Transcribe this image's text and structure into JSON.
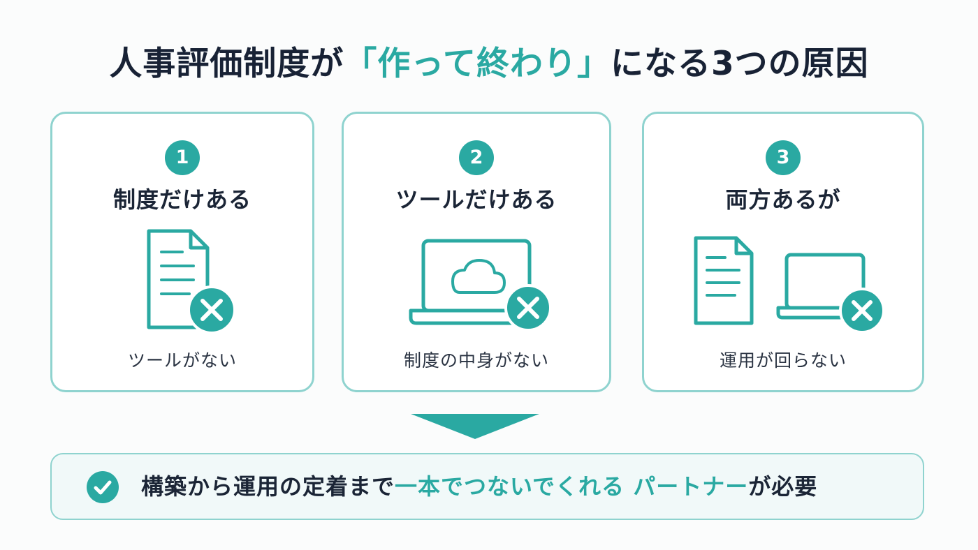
{
  "title": {
    "prefix": "人事評価制度が",
    "highlight": "「作って終わり」",
    "suffix": "になる3つの原因"
  },
  "cards": [
    {
      "number": "1",
      "title": "制度だけある",
      "subtitle": "ツールがない",
      "icons": [
        "document-icon",
        "cross-badge-icon"
      ]
    },
    {
      "number": "2",
      "title": "ツールだけある",
      "subtitle": "制度の中身がない",
      "icons": [
        "laptop-icon",
        "cloud-icon",
        "cross-badge-icon"
      ]
    },
    {
      "number": "3",
      "title": "両方あるが",
      "subtitle": "運用が回らない",
      "icons": [
        "document-icon",
        "laptop-icon",
        "cross-badge-icon"
      ]
    }
  ],
  "conclusion": {
    "icon": "check-circle-icon",
    "text_prefix": "構築から運用の定着まで",
    "highlight": "一本でつないでくれる パートナー",
    "text_suffix": "が必要"
  },
  "colors": {
    "accent": "#2aa9a2",
    "accent_light": "#8fd3cf",
    "text_dark": "#182235"
  }
}
